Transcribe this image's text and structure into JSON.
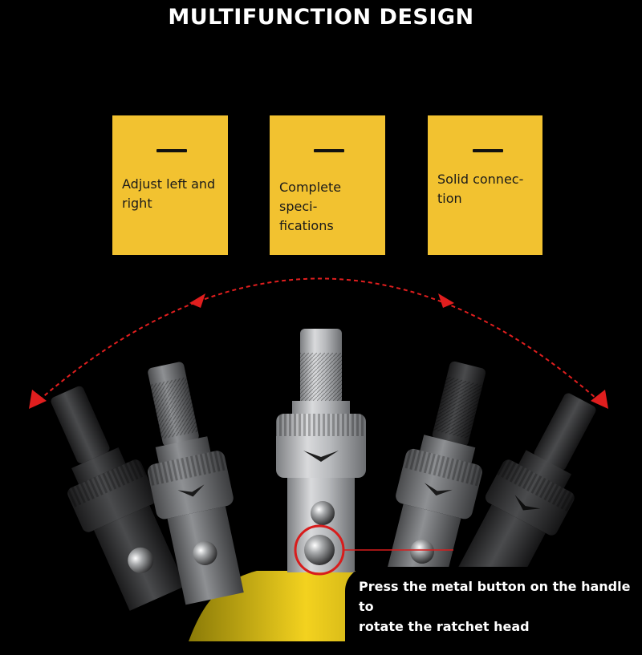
{
  "header": {
    "title": "MULTIFUNCTION DESIGN"
  },
  "features": [
    {
      "text": "Adjust left and\nright"
    },
    {
      "text": "Complete speci-\nfications"
    },
    {
      "text": "Solid connec-\ntion"
    }
  ],
  "caption": {
    "text": "Press the metal button on the handle to\nrotate the ratchet head"
  },
  "colors": {
    "background": "#000000",
    "card": "#f2c230",
    "arrow": "#e01e1e",
    "handle": "#e8c41a",
    "highlight_ring": "#d81c1c"
  },
  "icons": [
    "dashed-arc-arrow-icon",
    "ratchet-head-icon",
    "metal-button-icon"
  ]
}
